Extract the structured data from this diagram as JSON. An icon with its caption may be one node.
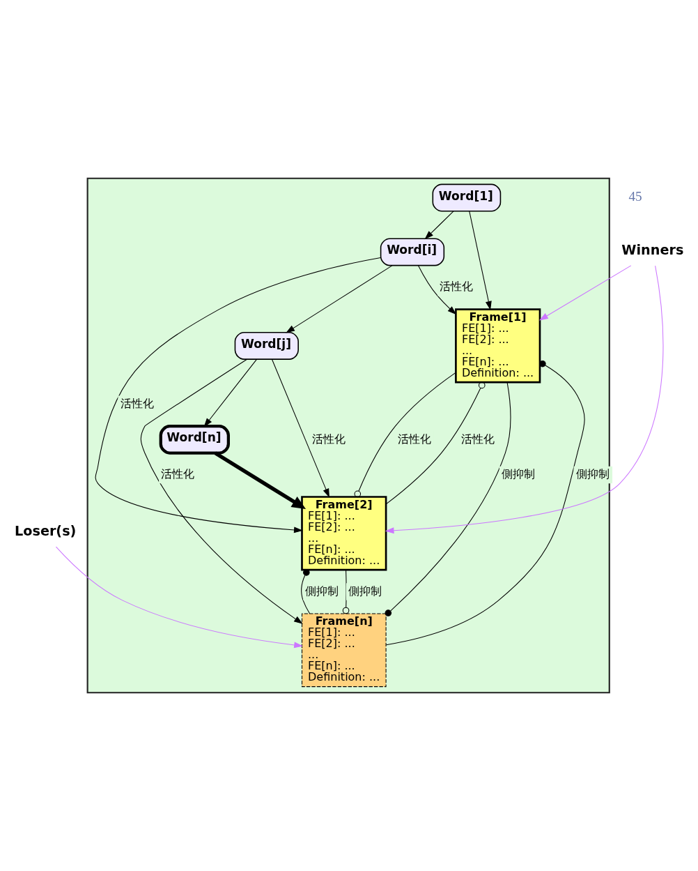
{
  "diagram": {
    "nodes": [
      {
        "text": [],
        "shape": "box"
      },
      {
        "text": [
          "Winners"
        ]
      },
      {
        "text": [
          "Frame[1]",
          "FE[1]: ...",
          "FE[2]: ...",
          "...",
          "FE[n]: ...",
          "Definition: ..."
        ],
        "in": 0
      },
      {
        "text": [
          "Word[1]"
        ],
        "in": 0
      },
      {
        "text": [
          "Word[i]"
        ],
        "in": 0
      },
      {
        "text": [
          "Frame[2]",
          "FE[1]: ...",
          "FE[2]: ...",
          "...",
          "FE[n]: ...",
          "Definition: ..."
        ],
        "in": 0
      },
      {
        "text": [
          "Word[j]"
        ],
        "in": 0
      },
      {
        "text": [
          "Word[n]"
        ],
        "in": 0
      },
      {
        "text": [
          "Frame[n]",
          "FE[1]: ...",
          "FE[2]: ...",
          "...",
          "FE[n]: ...",
          "Definition: ..."
        ],
        "in": 0
      },
      {
        "text": [
          "Loser(s)"
        ]
      }
    ],
    "edges": [
      {
        "from": 1,
        "to": 2,
        "arrow": "to",
        "color": "#cc77ff"
      },
      {
        "from": 1,
        "to": 5,
        "arrow": "to",
        "color": "#cc77ff"
      },
      {
        "from": 3,
        "to": 2,
        "arrow": "to"
      },
      {
        "from": 3,
        "to": 4,
        "arrow": "to"
      },
      {
        "from": 4,
        "to": 2,
        "arrow": "to",
        "label": "活性化"
      },
      {
        "from": 4,
        "to": 5,
        "arrow": "to",
        "label": "活性化"
      },
      {
        "from": 4,
        "to": 6,
        "arrow": "to"
      },
      {
        "from": 6,
        "to": 5,
        "arrow": "to",
        "label": "活性化"
      },
      {
        "from": 6,
        "to": 7,
        "arrow": "to"
      },
      {
        "from": 6,
        "to": 8,
        "arrow": "to",
        "label": "活性化"
      },
      {
        "from": 7,
        "to": 5,
        "arrow": "to",
        "style": "thick"
      },
      {
        "from": 8,
        "to": 2,
        "arrow": "other",
        "label": "側抑制"
      },
      {
        "from": 8,
        "to": 5,
        "arrow": "other",
        "label": "側抑制"
      },
      {
        "from": 5,
        "to": 2,
        "arrow": "other",
        "label": "活性化"
      },
      {
        "from": 2,
        "to": 5,
        "arrow": "other",
        "label": "活性化"
      },
      {
        "from": 2,
        "to": 8,
        "arrow": "other",
        "label": "側抑制"
      },
      {
        "from": 5,
        "to": 8,
        "arrow": "other",
        "label": "側抑制"
      },
      {
        "from": 9,
        "to": 8,
        "arrow": "to",
        "color": "#cc77ff"
      }
    ],
    "labels": [
      "45"
    ]
  }
}
